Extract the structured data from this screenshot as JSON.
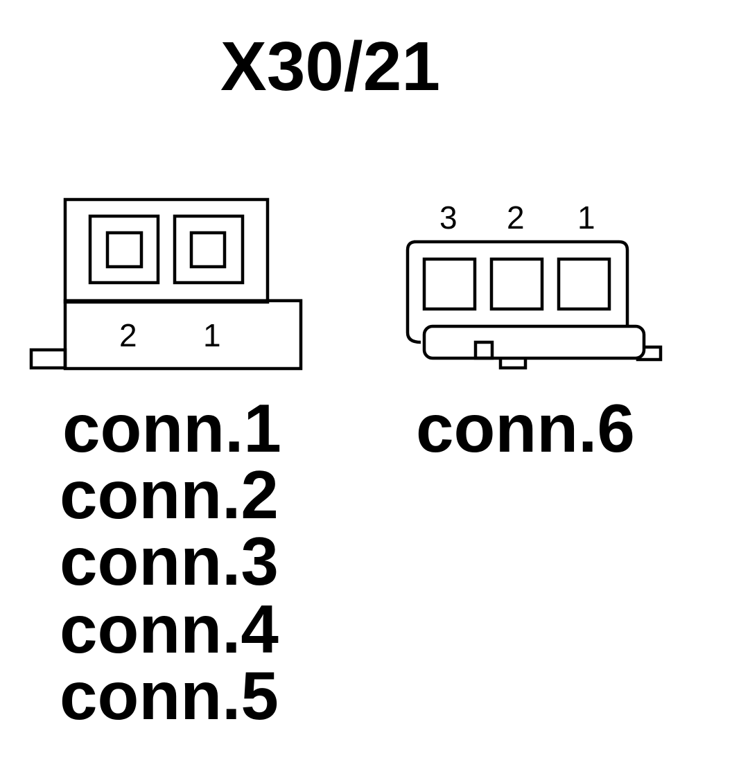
{
  "title": "X30/21",
  "connector_left": {
    "pins": [
      "2",
      "1"
    ],
    "labels": [
      "conn.1",
      "conn.2",
      "conn.3",
      "conn.4",
      "conn.5"
    ]
  },
  "connector_right": {
    "pins": [
      "3",
      "2",
      "1"
    ],
    "labels": [
      "conn.6"
    ]
  }
}
